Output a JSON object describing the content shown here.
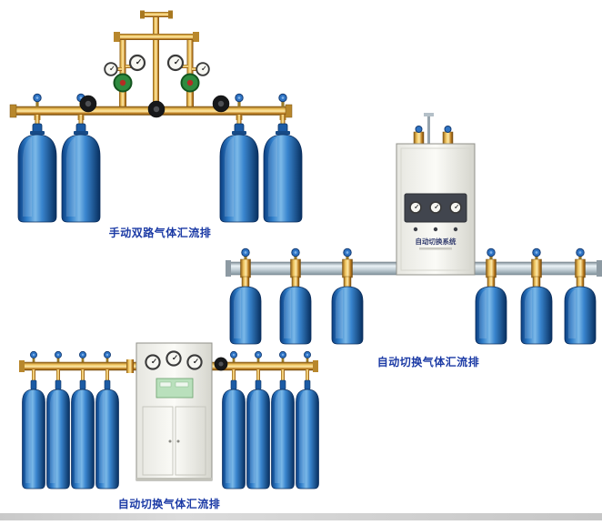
{
  "page": {
    "background_color": "#ffffff",
    "footer_strip_color": "#d6d6d6"
  },
  "products": [
    {
      "caption": "手动双路气体汇流排",
      "cylinder_count": 4
    },
    {
      "caption": "自动切换气体汇流排",
      "cabinet_label": "自动切换系统",
      "cylinder_count": 6
    },
    {
      "caption": "自动切换气体汇流排",
      "cylinder_count": 8
    }
  ],
  "colors": {
    "caption_text": "#1b3aa5",
    "cylinder_blue": "#1f64b4",
    "brass_pipe": "#d9a038",
    "silver_pipe": "#c6d1d8",
    "cabinet_body": "#f2f2ec",
    "regulator_green": "#2e8b3f",
    "handwheel_black": "#17181a",
    "ball_valve_blue": "#2f74c4"
  }
}
